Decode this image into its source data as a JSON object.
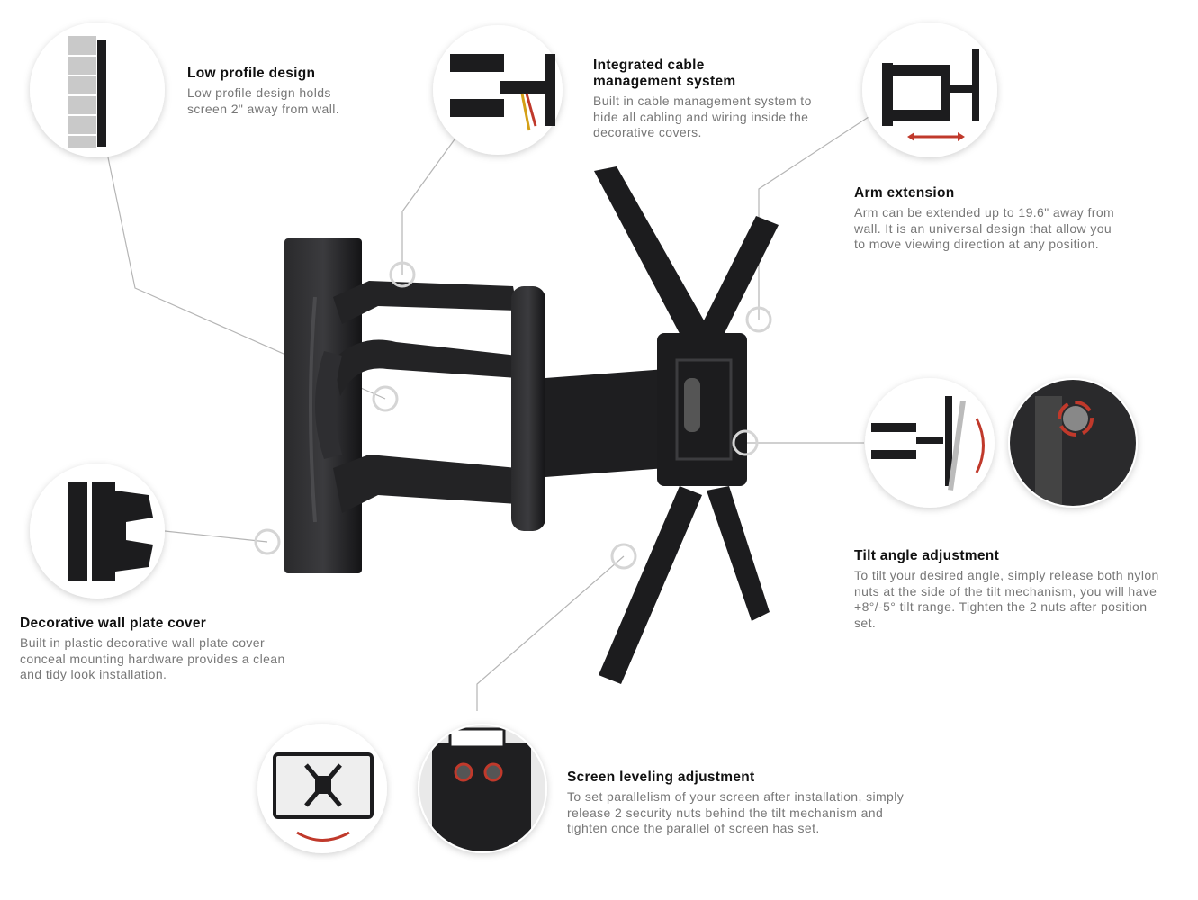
{
  "features": [
    {
      "title": "Low profile design",
      "body": "Low profile design holds screen 2\" away from wall."
    },
    {
      "title": "Integrated cable management system",
      "body": "Built in cable management system to hide all cabling and wiring inside the decorative covers."
    },
    {
      "title": "Arm extension",
      "body": "Arm can be extended up to 19.6\" away from wall. It is an universal design that allow you to move viewing direction at any position."
    },
    {
      "title": "Tilt angle adjustment",
      "body": "To tilt your desired angle, simply release both nylon nuts at the side of the tilt mechanism, you will have +8°/-5° tilt range. Tighten the 2 nuts after position set."
    },
    {
      "title": "Decorative wall plate cover",
      "body": "Built in plastic decorative wall plate cover conceal mounting hardware provides a clean and tidy look installation."
    },
    {
      "title": "Screen leveling adjustment",
      "body": "To set parallelism of your screen after installation, simply release 2 security nuts behind the tilt mechanism and tighten once the parallel of screen has set."
    }
  ],
  "colors": {
    "mount": "#1c1c1e",
    "accent": "#c0392b",
    "leader": "#b5b5b5"
  }
}
